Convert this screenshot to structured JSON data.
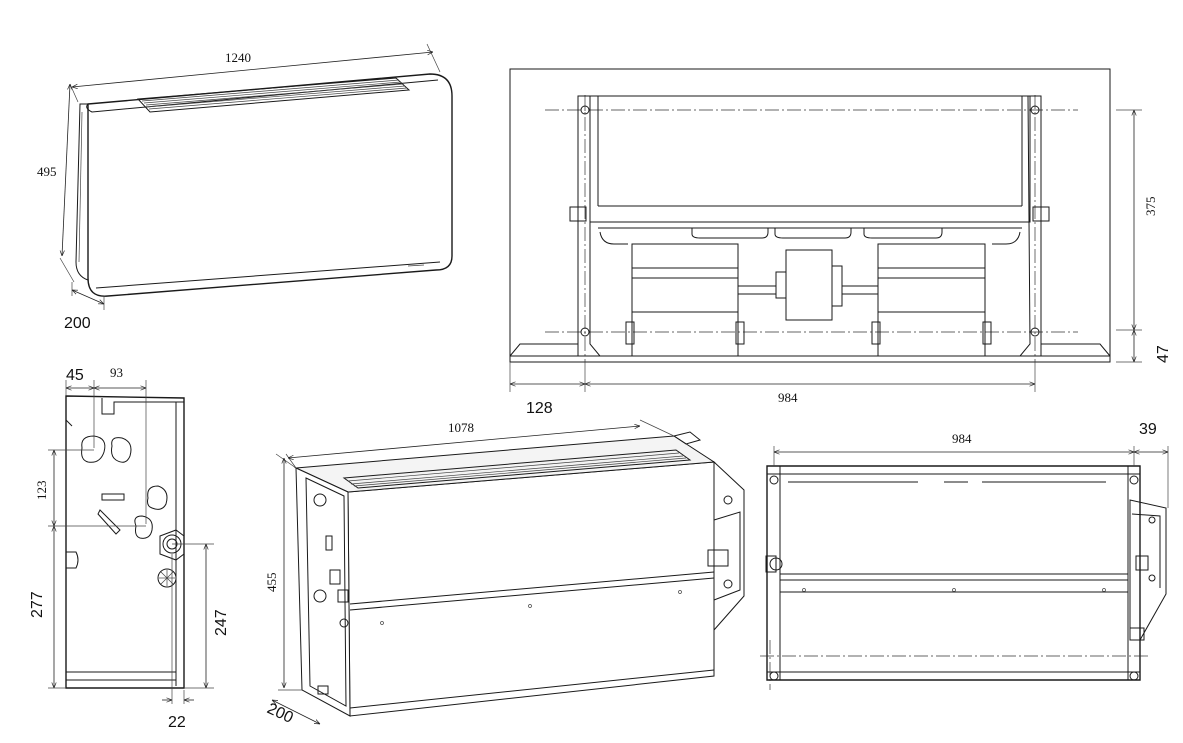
{
  "views": {
    "iso_cased": {
      "dim_width": "1240",
      "dim_height": "495",
      "dim_depth": "200"
    },
    "front_internal": {
      "dim_right_upper": "375",
      "dim_right_lower": "47",
      "dim_bottom_left": "128",
      "dim_bottom_span": "984"
    },
    "side_section": {
      "dim_top_left": "45",
      "dim_top_mid": "93",
      "dim_left_upper": "123",
      "dim_left_lower": "277",
      "dim_right": "247",
      "dim_bottom": "22"
    },
    "iso_concealed": {
      "dim_width": "1078",
      "dim_height": "455",
      "dim_depth": "200"
    },
    "rear_view": {
      "dim_top_span": "984",
      "dim_top_right": "39"
    }
  }
}
